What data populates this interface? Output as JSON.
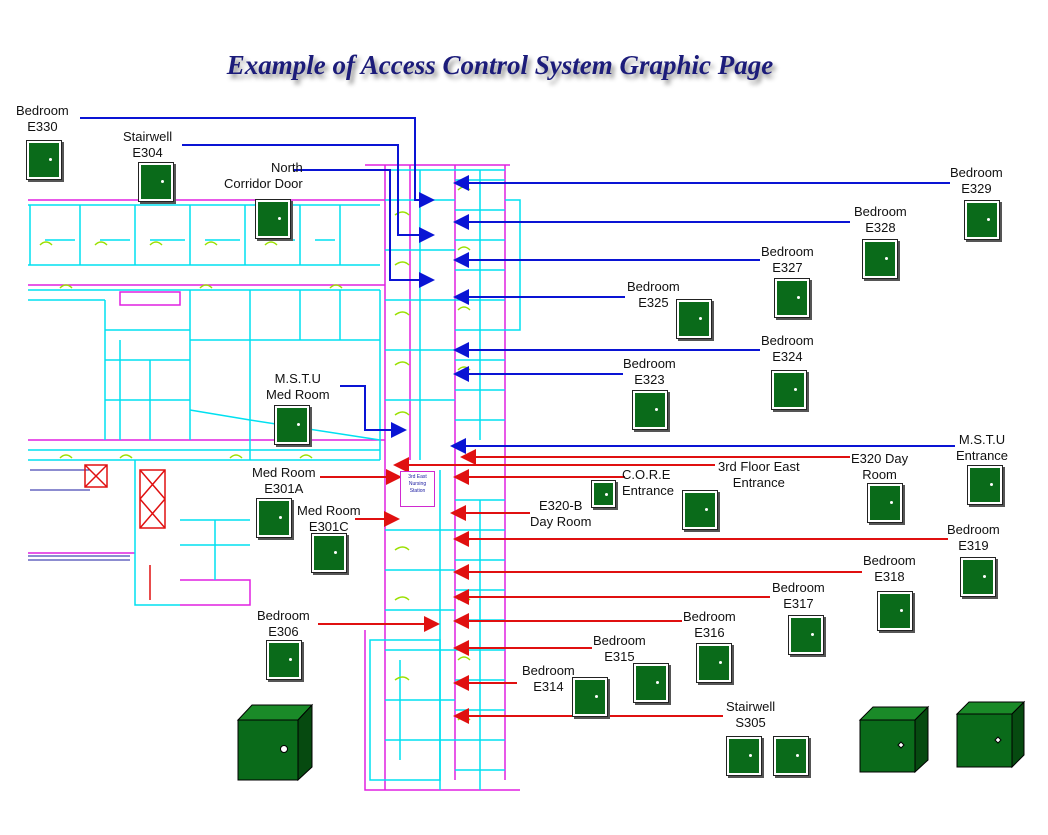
{
  "title": "Example of Access Control System Graphic Page",
  "colors": {
    "blue_line": "#0a14d4",
    "red_line": "#e01010",
    "door_green": "#0a6b1a",
    "wall_cyan": "#00e0f0",
    "wall_magenta": "#e020e0",
    "wall_green": "#9ae000"
  },
  "nursing_station": "3rd East Nursing Station",
  "doors": [
    {
      "id": "bed-e330",
      "label": "Bedroom\nE330"
    },
    {
      "id": "stair-e304",
      "label": "Stairwell\nE304"
    },
    {
      "id": "north-corridor",
      "label": "North\nCorridor Door"
    },
    {
      "id": "bed-e329",
      "label": "Bedroom\nE329"
    },
    {
      "id": "bed-e328",
      "label": "Bedroom\nE328"
    },
    {
      "id": "bed-e327",
      "label": "Bedroom\nE327"
    },
    {
      "id": "bed-e325",
      "label": "Bedroom\nE325"
    },
    {
      "id": "bed-e324",
      "label": "Bedroom\nE324"
    },
    {
      "id": "bed-e323",
      "label": "Bedroom\nE323"
    },
    {
      "id": "mstu-med",
      "label": "M.S.T.U\nMed Room"
    },
    {
      "id": "mstu-entrance",
      "label": "M.S.T.U\nEntrance"
    },
    {
      "id": "e320-dayroom",
      "label": "E320 Day\nRoom"
    },
    {
      "id": "floor3-east",
      "label": "3rd Floor East\nEntrance"
    },
    {
      "id": "core-entrance",
      "label": "C.O.R.E\nEntrance"
    },
    {
      "id": "med-e301a",
      "label": "Med Room\nE301A"
    },
    {
      "id": "med-e301c",
      "label": "Med Room\nE301C"
    },
    {
      "id": "e320b-dayroom",
      "label": "E320-B\nDay Room"
    },
    {
      "id": "bed-e319",
      "label": "Bedroom\nE319"
    },
    {
      "id": "bed-e318",
      "label": "Bedroom\nE318"
    },
    {
      "id": "bed-e317",
      "label": "Bedroom\nE317"
    },
    {
      "id": "bed-e316",
      "label": "Bedroom\nE316"
    },
    {
      "id": "bed-e315",
      "label": "Bedroom\nE315"
    },
    {
      "id": "bed-e314",
      "label": "Bedroom\nE314"
    },
    {
      "id": "bed-e306",
      "label": "Bedroom\nE306"
    },
    {
      "id": "stair-s305",
      "label": "Stairwell\nS305"
    }
  ],
  "cubes": [
    "cube-left",
    "cube-right-1",
    "cube-right-2"
  ]
}
